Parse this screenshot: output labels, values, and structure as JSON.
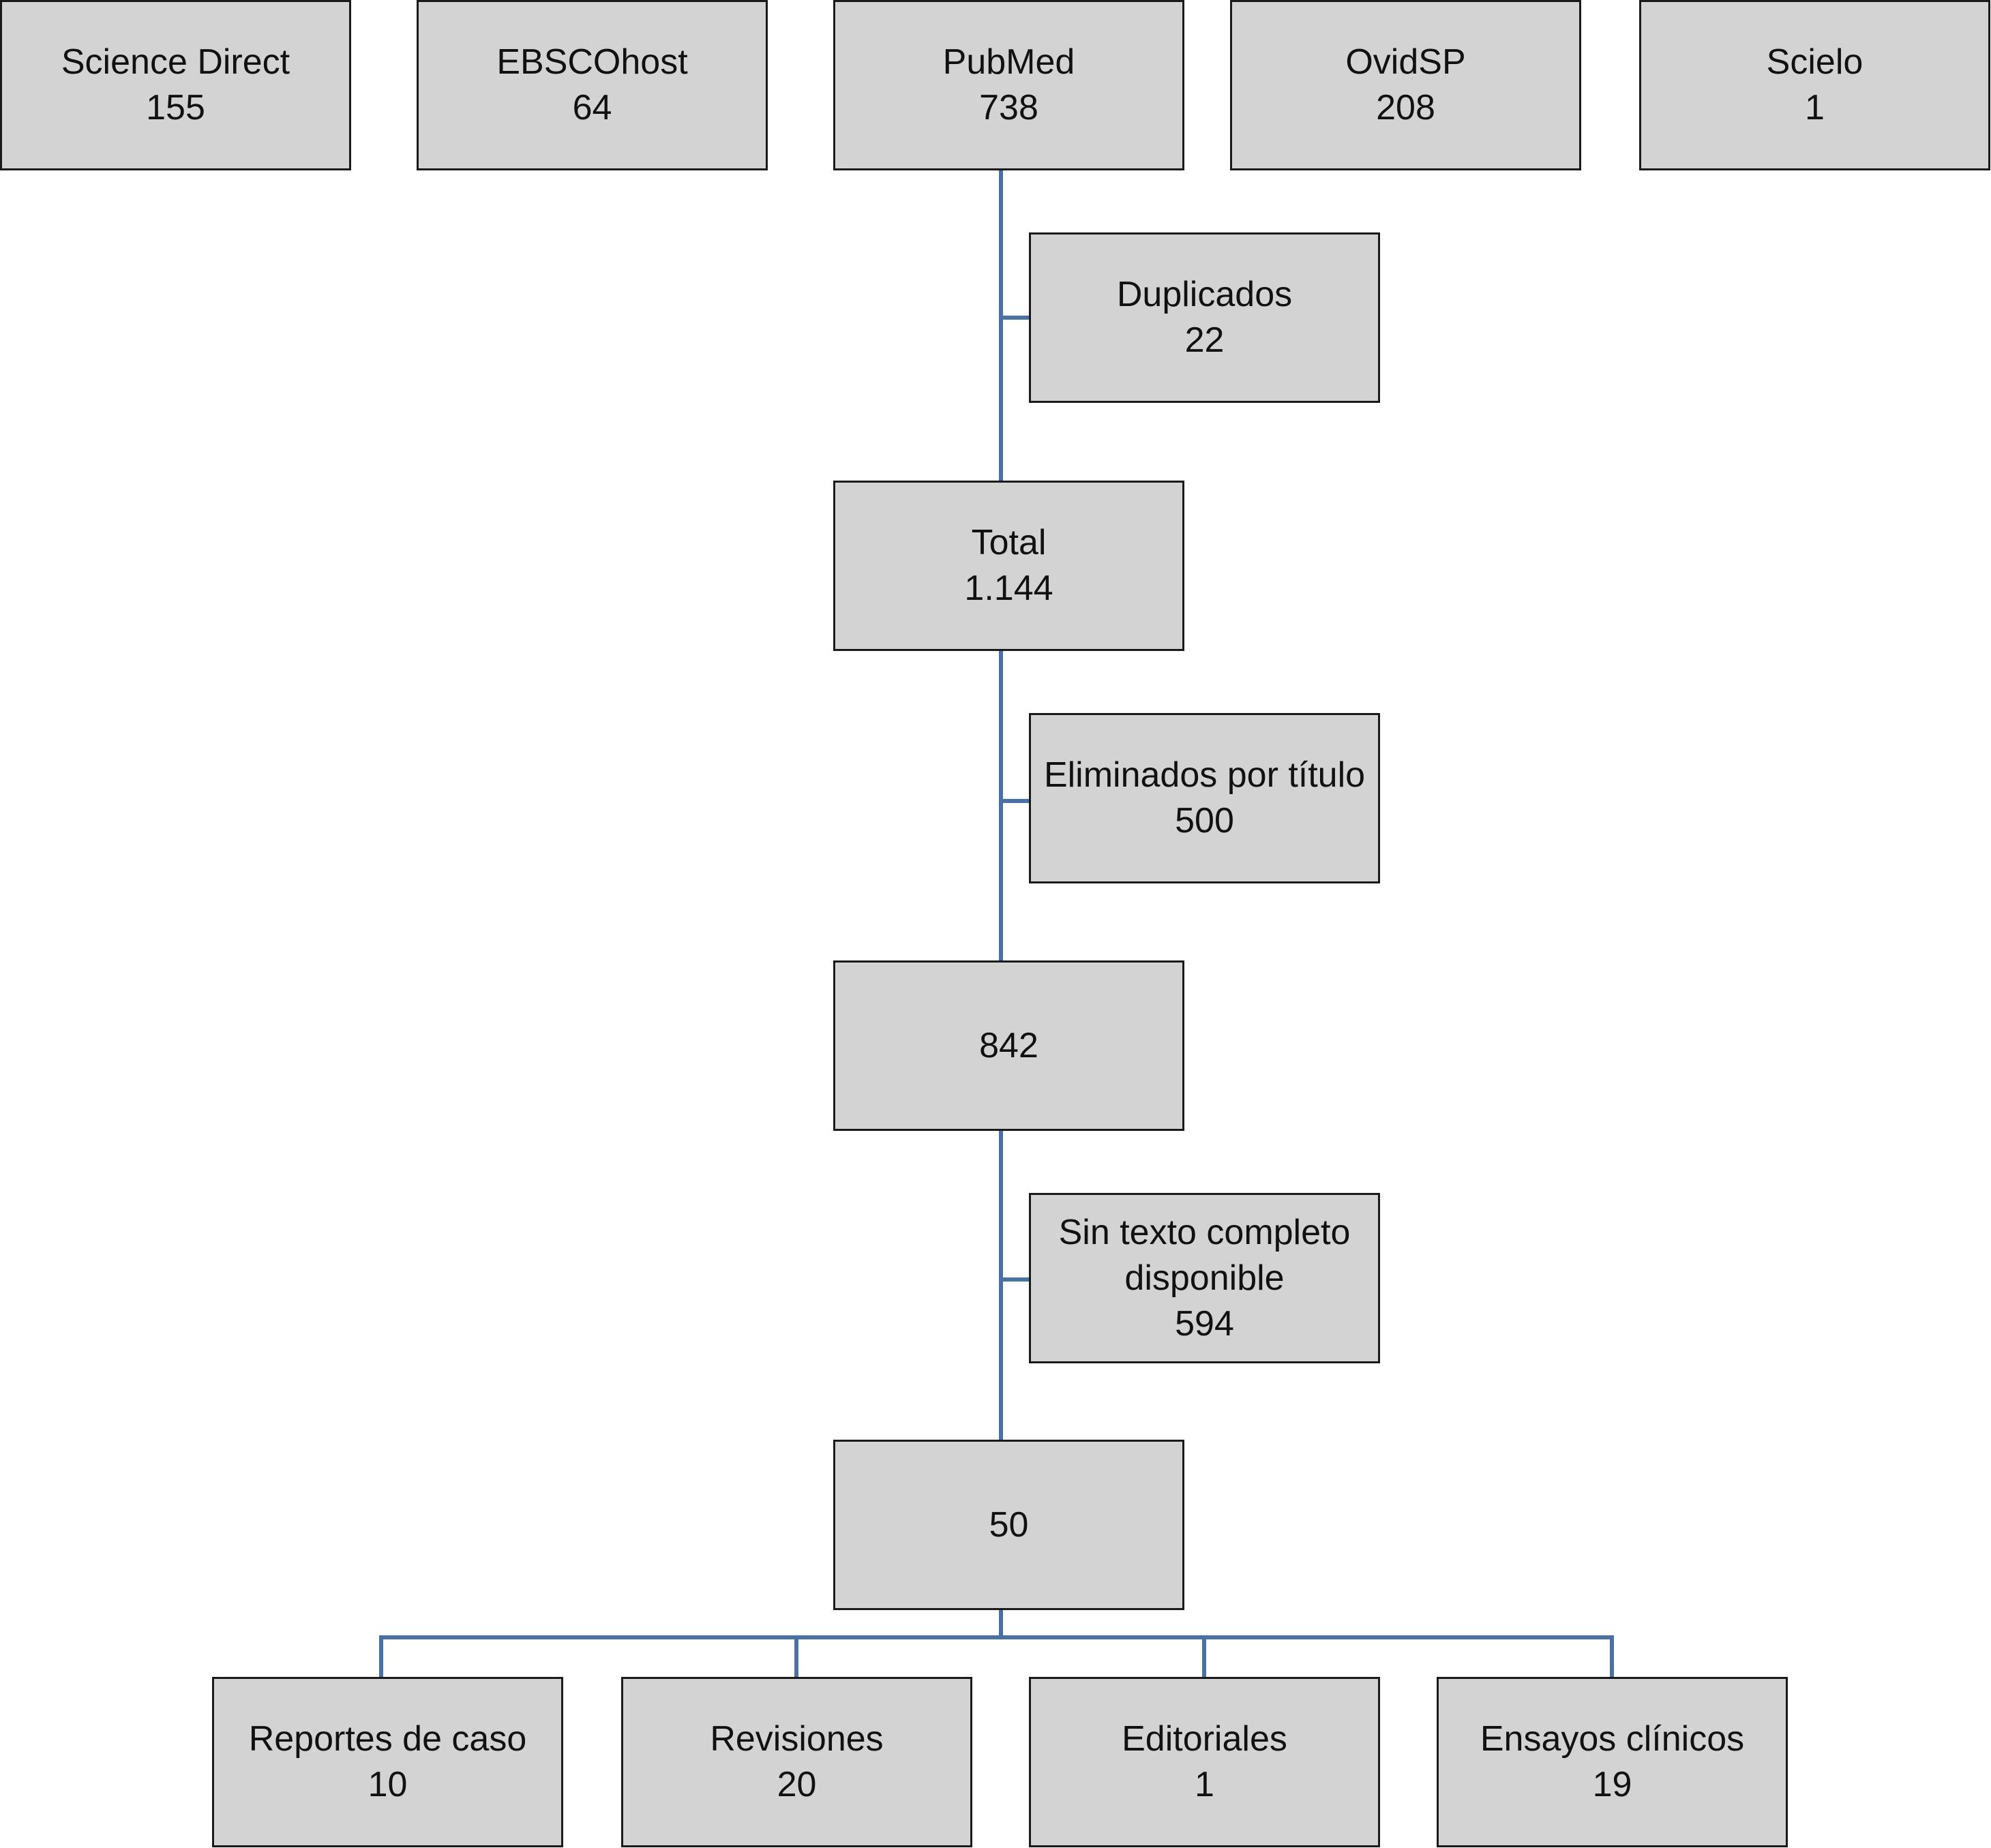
{
  "sources": [
    {
      "label": "Science Direct",
      "count": "155"
    },
    {
      "label": "EBSCOhost",
      "count": "64"
    },
    {
      "label": "PubMed",
      "count": "738"
    },
    {
      "label": "OvidSP",
      "count": "208"
    },
    {
      "label": "Scielo",
      "count": "1"
    }
  ],
  "exclusions": [
    {
      "lines": [
        "Duplicados"
      ],
      "count": "22"
    },
    {
      "lines": [
        "Eliminados por título"
      ],
      "count": "500"
    },
    {
      "lines": [
        "Sin texto completo",
        "disponible"
      ],
      "count": "594"
    }
  ],
  "main": [
    {
      "label": "Total",
      "count": "1.144"
    },
    {
      "label": "",
      "count": "842"
    },
    {
      "label": "",
      "count": "50"
    }
  ],
  "categories": [
    {
      "label": "Reportes de caso",
      "count": "10"
    },
    {
      "label": "Revisiones",
      "count": "20"
    },
    {
      "label": "Editoriales",
      "count": "1"
    },
    {
      "label": "Ensayos clínicos",
      "count": "19"
    }
  ],
  "colors": {
    "box_fill": "#d3d3d3",
    "box_border": "#1a1a1a",
    "connector": "#4a71a3"
  }
}
